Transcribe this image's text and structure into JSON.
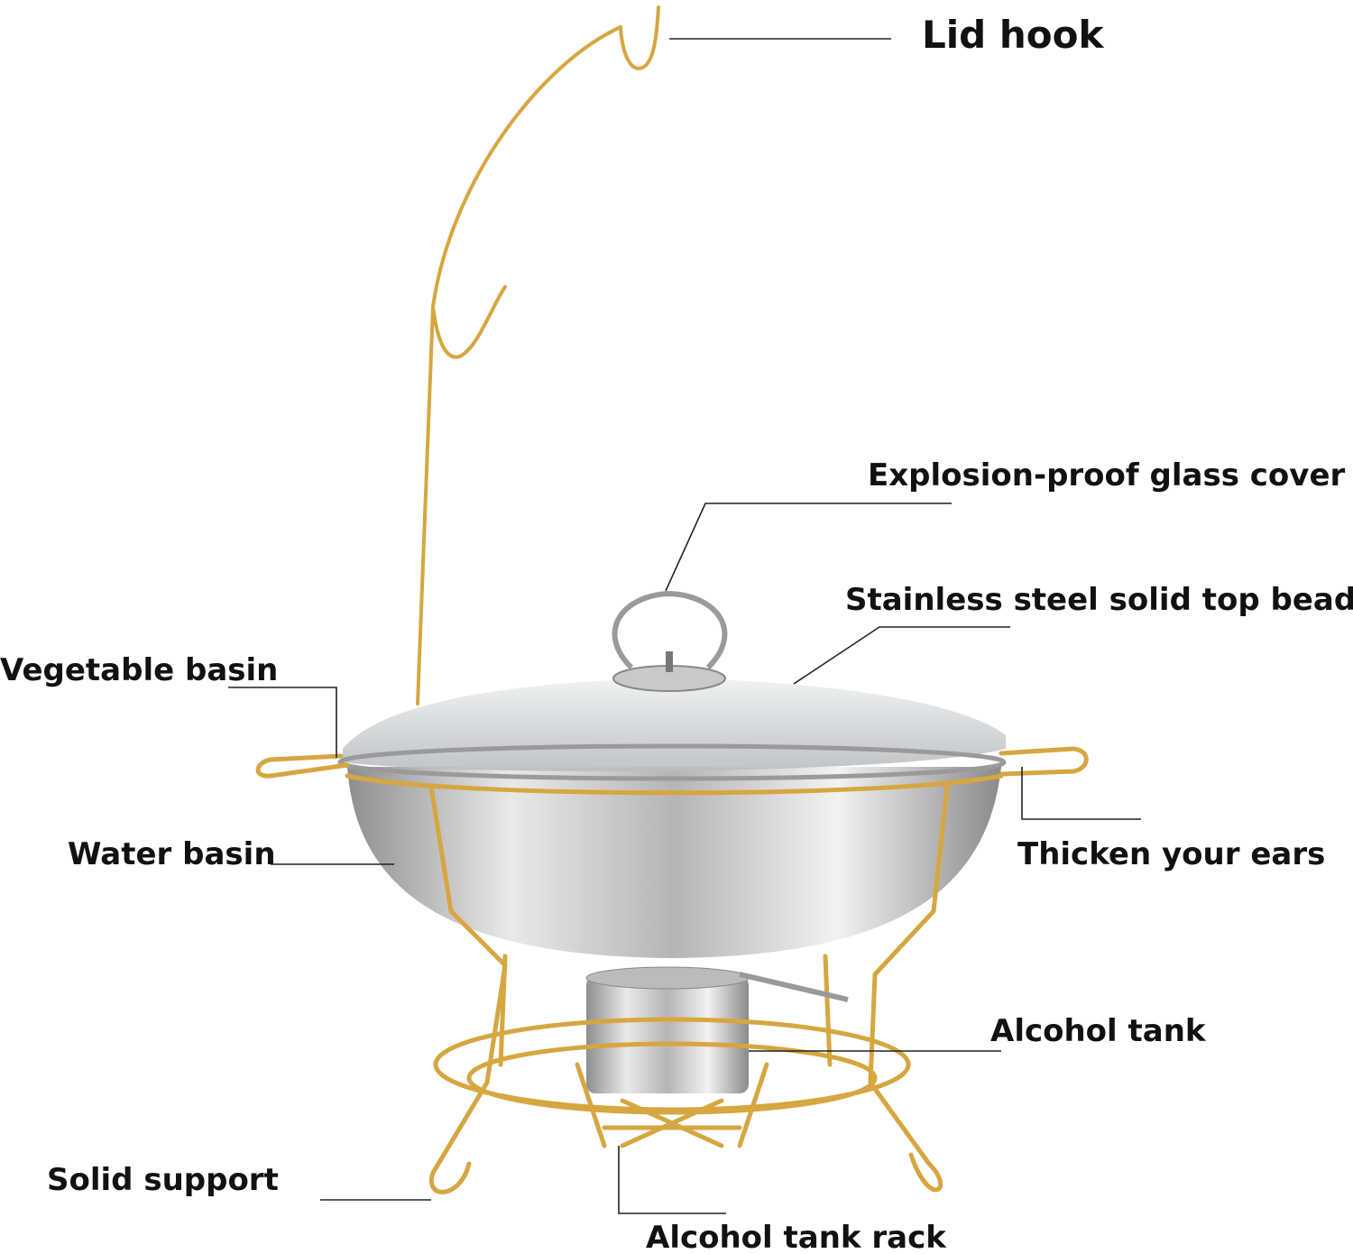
{
  "colors": {
    "gold_frame": "#d6a640",
    "steel": "#c8c8ca",
    "label_text": "#111111"
  },
  "labels": {
    "lid_hook": "Lid hook",
    "glass_cover": "Explosion-proof glass cover",
    "top_bead": "Stainless steel solid top bead",
    "vegetable_basin": "Vegetable basin",
    "water_basin": "Water basin",
    "ears": "Thicken your ears",
    "alcohol_tank": "Alcohol tank",
    "solid_support": "Solid support",
    "tank_rack": "Alcohol tank rack"
  }
}
